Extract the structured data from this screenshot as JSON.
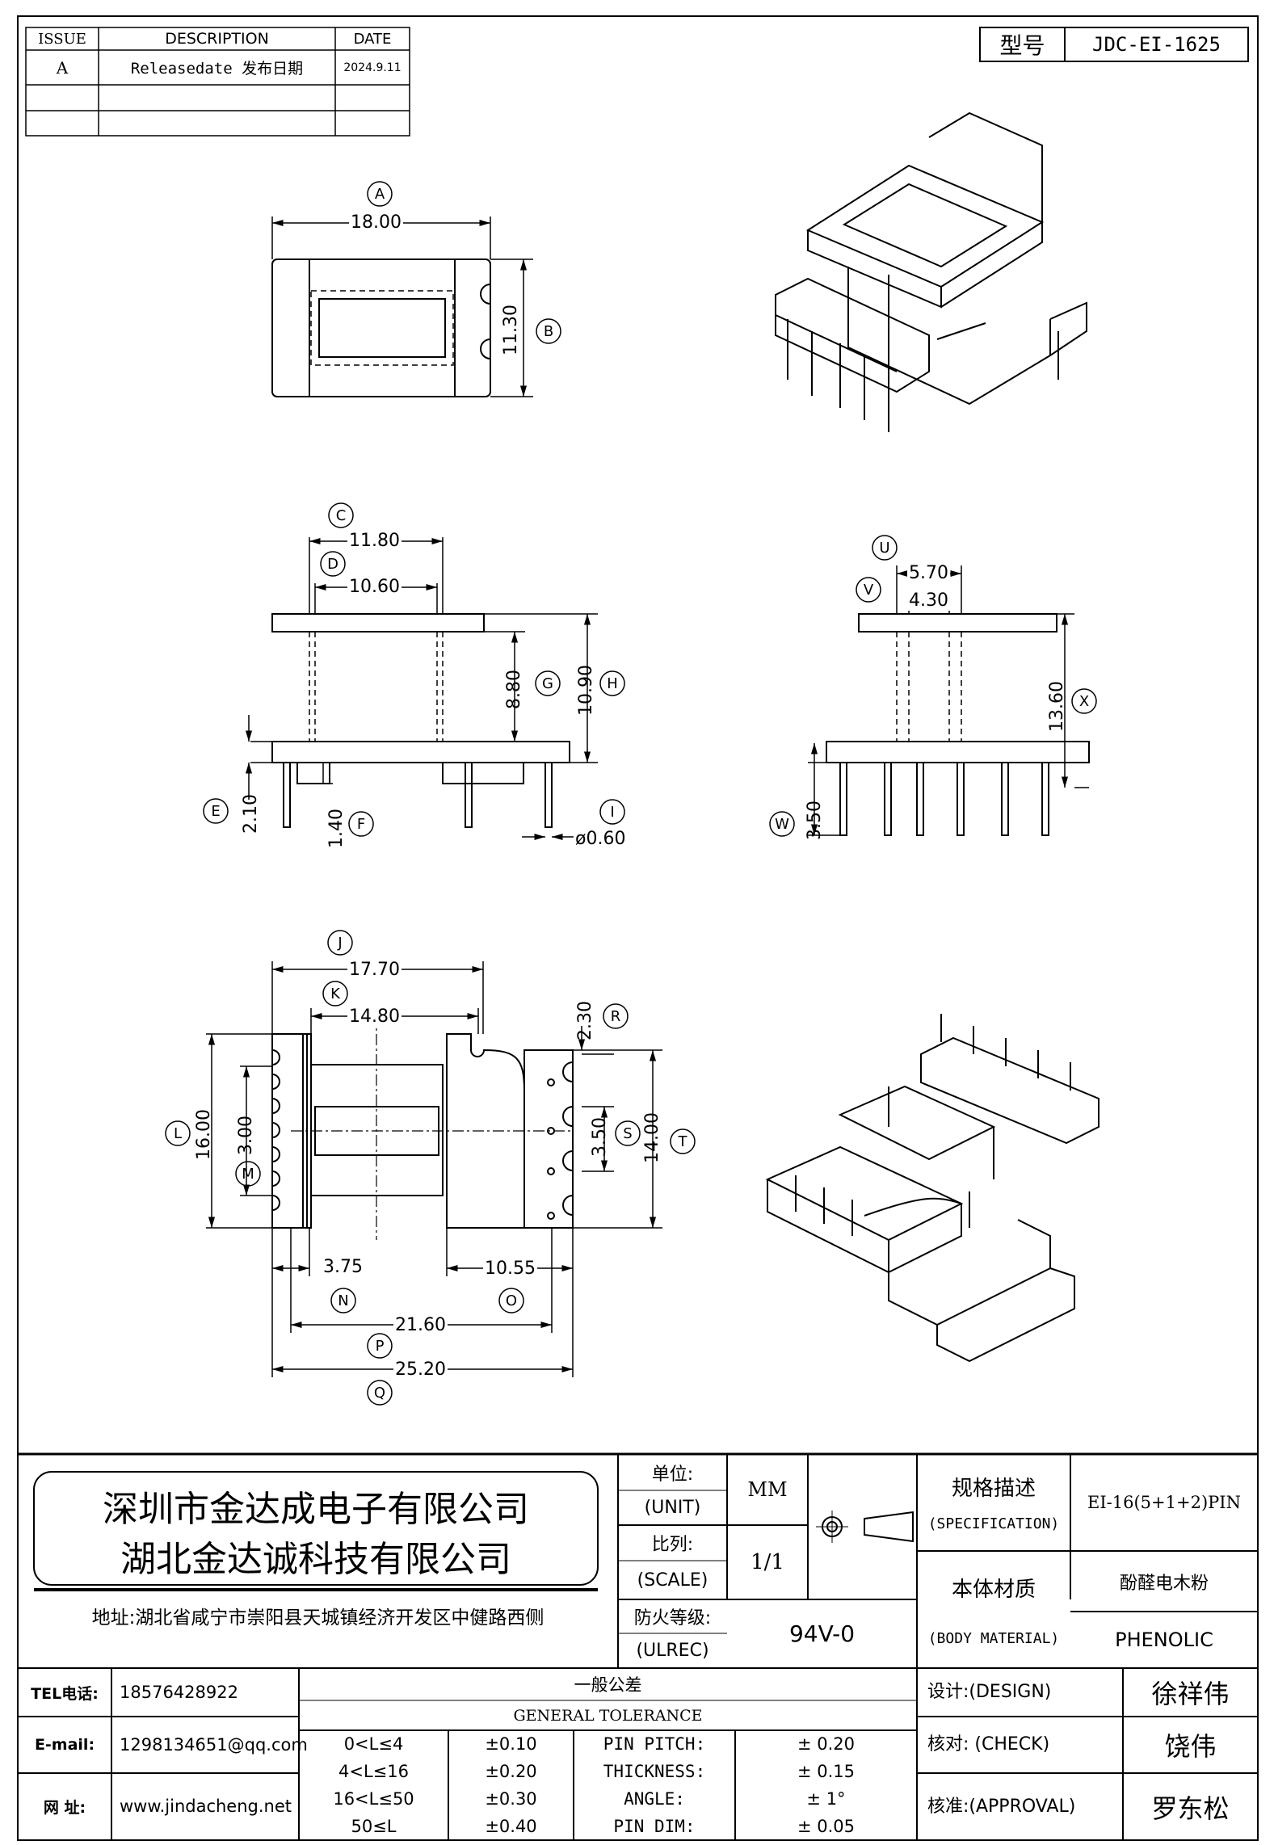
{
  "revision": {
    "headers": {
      "issue": "ISSUE",
      "description": "DESCRIPTION",
      "date": "DATE"
    },
    "rows": [
      {
        "issue": "A",
        "description": "Releasedate 发布日期",
        "date": "2024.9.11"
      },
      {
        "issue": "",
        "description": "",
        "date": ""
      },
      {
        "issue": "",
        "description": "",
        "date": ""
      }
    ]
  },
  "model": {
    "label": "型号",
    "value": "JDC-EI-1625"
  },
  "dims": {
    "A": "18.00",
    "B": "11.30",
    "C": "11.80",
    "D": "10.60",
    "E": "2.10",
    "F": "1.40",
    "G": "8.80",
    "H": "10.90",
    "I": "ø0.60",
    "U": "5.70",
    "V": "4.30",
    "W": "3.50",
    "X": "13.60",
    "J": "17.70",
    "K": "14.80",
    "L": "16.00",
    "M": "3.00",
    "N": "3.75",
    "O": "10.55",
    "P": "21.60",
    "Q": "25.20",
    "R": "2.30",
    "S": "3.50",
    "T": "14.00"
  },
  "title_block": {
    "company1": "深圳市金达成电子有限公司",
    "company2": "湖北金达诚科技有限公司",
    "address": "地址:湖北省咸宁市崇阳县天城镇经济开发区中健路西侧",
    "unit_cn": "单位:",
    "unit_en": "(UNIT)",
    "unit_value": "MM",
    "scale_cn": "比列:",
    "scale_en": "(SCALE)",
    "scale_value": "1/1",
    "ulrec_cn": "防火等级:",
    "ulrec_en": "(ULREC)",
    "ulrec_value": "94V-0",
    "spec_cn": "规格描述",
    "spec_en": "(SPECIFICATION)",
    "spec_value": "EI-16(5+1+2)PIN",
    "body_cn": "本体材质",
    "body_en": "(BODY MATERIAL)",
    "body_value_cn": "酚醛电木粉",
    "body_value_en": "PHENOLIC"
  },
  "contact": {
    "tel_label": "TEL电话:",
    "tel": "18576428922",
    "email_label": "E-mail:",
    "email": "1298134651@qq.com",
    "web_label": "网  址:",
    "web": "www.jindacheng.net"
  },
  "tolerance": {
    "title_cn": "一般公差",
    "title_en": "GENERAL TOLERANCE",
    "rows": [
      {
        "range": "0<L≤4",
        "tol": "±0.10",
        "item": "PIN PITCH:",
        "val": "±  0.20"
      },
      {
        "range": "4<L≤16",
        "tol": "±0.20",
        "item": "THICKNESS:",
        "val": "±  0.15"
      },
      {
        "range": "16<L≤50",
        "tol": "±0.30",
        "item": "ANGLE:",
        "val": "±  1°"
      },
      {
        "range": "50≤L",
        "tol": "±0.40",
        "item": "PIN DIM:",
        "val": "±  0.05"
      }
    ]
  },
  "signoff": {
    "design_label": "设计:(DESIGN)",
    "design_name": "徐祥伟",
    "check_label": "核对: (CHECK)",
    "check_name": "饶伟",
    "approval_label": "核准:(APPROVAL)",
    "approval_name": "罗东松"
  }
}
